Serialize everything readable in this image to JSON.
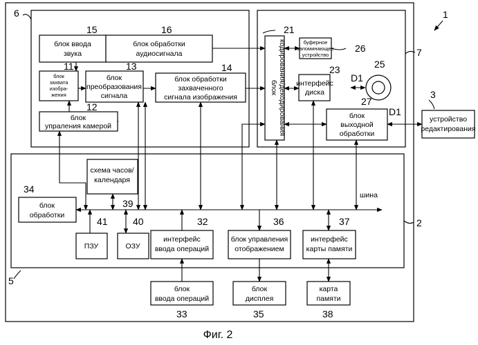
{
  "figure": {
    "caption": "Фиг. 2",
    "ref_number": "1",
    "bus_label": "шина",
    "signal_label": "D1"
  },
  "regions": [
    {
      "id": "r6",
      "number": "6"
    },
    {
      "id": "r7",
      "number": "7"
    },
    {
      "id": "r2",
      "number": "2"
    },
    {
      "id": "r5",
      "number": "5"
    },
    {
      "id": "r3",
      "number": "3"
    }
  ],
  "blocks": [
    {
      "id": "audio_in",
      "number": "15",
      "lines": [
        "блок ввода",
        "звука"
      ]
    },
    {
      "id": "audio_proc",
      "number": "16",
      "lines": [
        "блок обработки",
        "аудиосигнала"
      ]
    },
    {
      "id": "capture",
      "number": "11",
      "lines": [
        "блок",
        "захвата",
        "изобра-",
        "жения"
      ]
    },
    {
      "id": "convert",
      "number": "13",
      "lines": [
        "блок",
        "преобразования",
        "сигнала"
      ]
    },
    {
      "id": "img_proc",
      "number": "14",
      "lines": [
        "блок обработки",
        "захваченного",
        "сигнала изображения"
      ]
    },
    {
      "id": "camera",
      "number": "12",
      "lines": [
        "блок",
        "упраления камерой"
      ]
    },
    {
      "id": "codec",
      "number": "21",
      "lines": [
        "блок",
        "кодирования/декодирования"
      ]
    },
    {
      "id": "buffer",
      "number": "26",
      "lines": [
        "буферное",
        "запоминающее",
        "устройство"
      ]
    },
    {
      "id": "disk_if",
      "number": "23",
      "lines": [
        "интерфейс",
        "диска"
      ]
    },
    {
      "id": "disk",
      "number": "25",
      "lines": []
    },
    {
      "id": "output",
      "number": "27",
      "lines": [
        "блок",
        "выходной",
        "обработки"
      ]
    },
    {
      "id": "editor",
      "number": "3",
      "lines": [
        "устройство",
        "редактирования"
      ]
    },
    {
      "id": "clock",
      "number": "39",
      "lines": [
        "схема часов/",
        "календаря"
      ]
    },
    {
      "id": "proc",
      "number": "34",
      "lines": [
        "блок",
        "обработки"
      ]
    },
    {
      "id": "rom",
      "number": "41",
      "lines": [
        "ПЗУ"
      ]
    },
    {
      "id": "ram",
      "number": "40",
      "lines": [
        "ОЗУ"
      ]
    },
    {
      "id": "op_if",
      "number": "32",
      "lines": [
        "интерфейс",
        "ввода операций"
      ]
    },
    {
      "id": "disp_ctrl",
      "number": "36",
      "lines": [
        "блок управления",
        "отображением"
      ]
    },
    {
      "id": "card_if",
      "number": "37",
      "lines": [
        "интерфейс",
        "карты памяти"
      ]
    },
    {
      "id": "op_in",
      "number": "33",
      "lines": [
        "блок",
        "ввода операций"
      ]
    },
    {
      "id": "display",
      "number": "35",
      "lines": [
        "блок",
        "дисплея"
      ]
    },
    {
      "id": "card",
      "number": "38",
      "lines": [
        "карта",
        "памяти"
      ]
    }
  ]
}
